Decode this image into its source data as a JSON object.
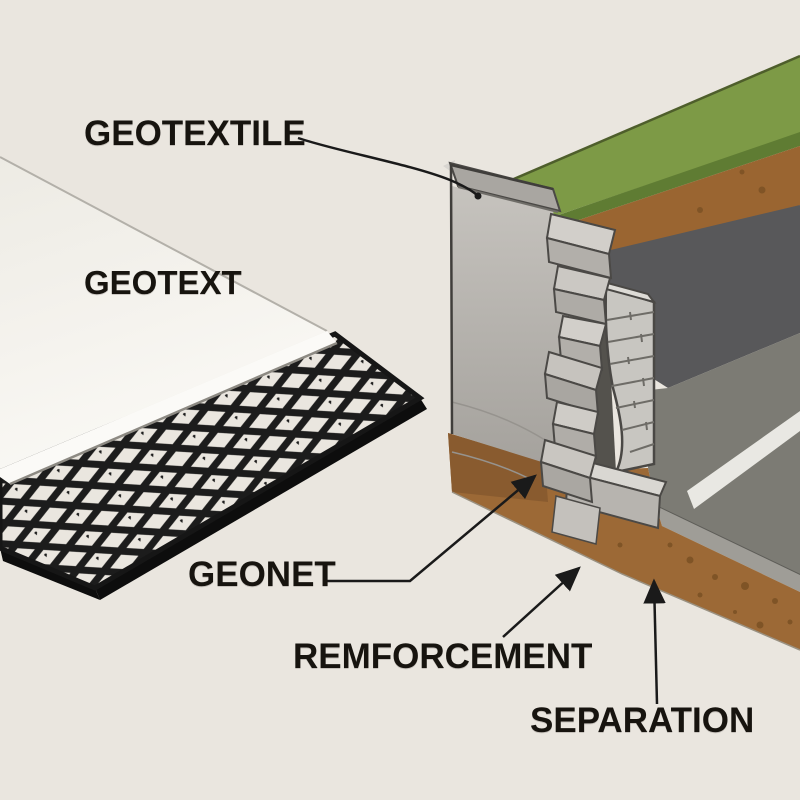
{
  "labels": {
    "geotextile": "GEOTEXTILE",
    "geotext_on_sheet": "GEOTEXT",
    "geonet": "GEONET",
    "reinforcement": "REMFORCEMENT",
    "separation": "SEPARATION"
  },
  "colors": {
    "background": "#eae6df",
    "label_text": "#17140f",
    "leader_line": "#1a1a1a",
    "sheet": "#f4f2ec",
    "sheet_edge": "#fbfaf7",
    "mesh": "#1c1c1c",
    "grass": "#7d9a46",
    "grass_edge": "#5f7c33",
    "topsoil": "#9a6531",
    "soil_bottom": "#9c6936",
    "soil_left": "#875a2f",
    "soil_speckle": "#7a5124",
    "subbase_dark": "#58585a",
    "road": "#7c7b74",
    "lane_marking": "#e9e8e3",
    "curb": "#9f9d97",
    "wall_face": "#c0bdb8",
    "wall_cap": "#a9a6a1",
    "block_top": "#d2cfca",
    "block_front": "#b2afaa",
    "facing_wall": "#c8c6c1",
    "facing_wall_top": "#dddbd6",
    "outline": "#403e3b"
  }
}
